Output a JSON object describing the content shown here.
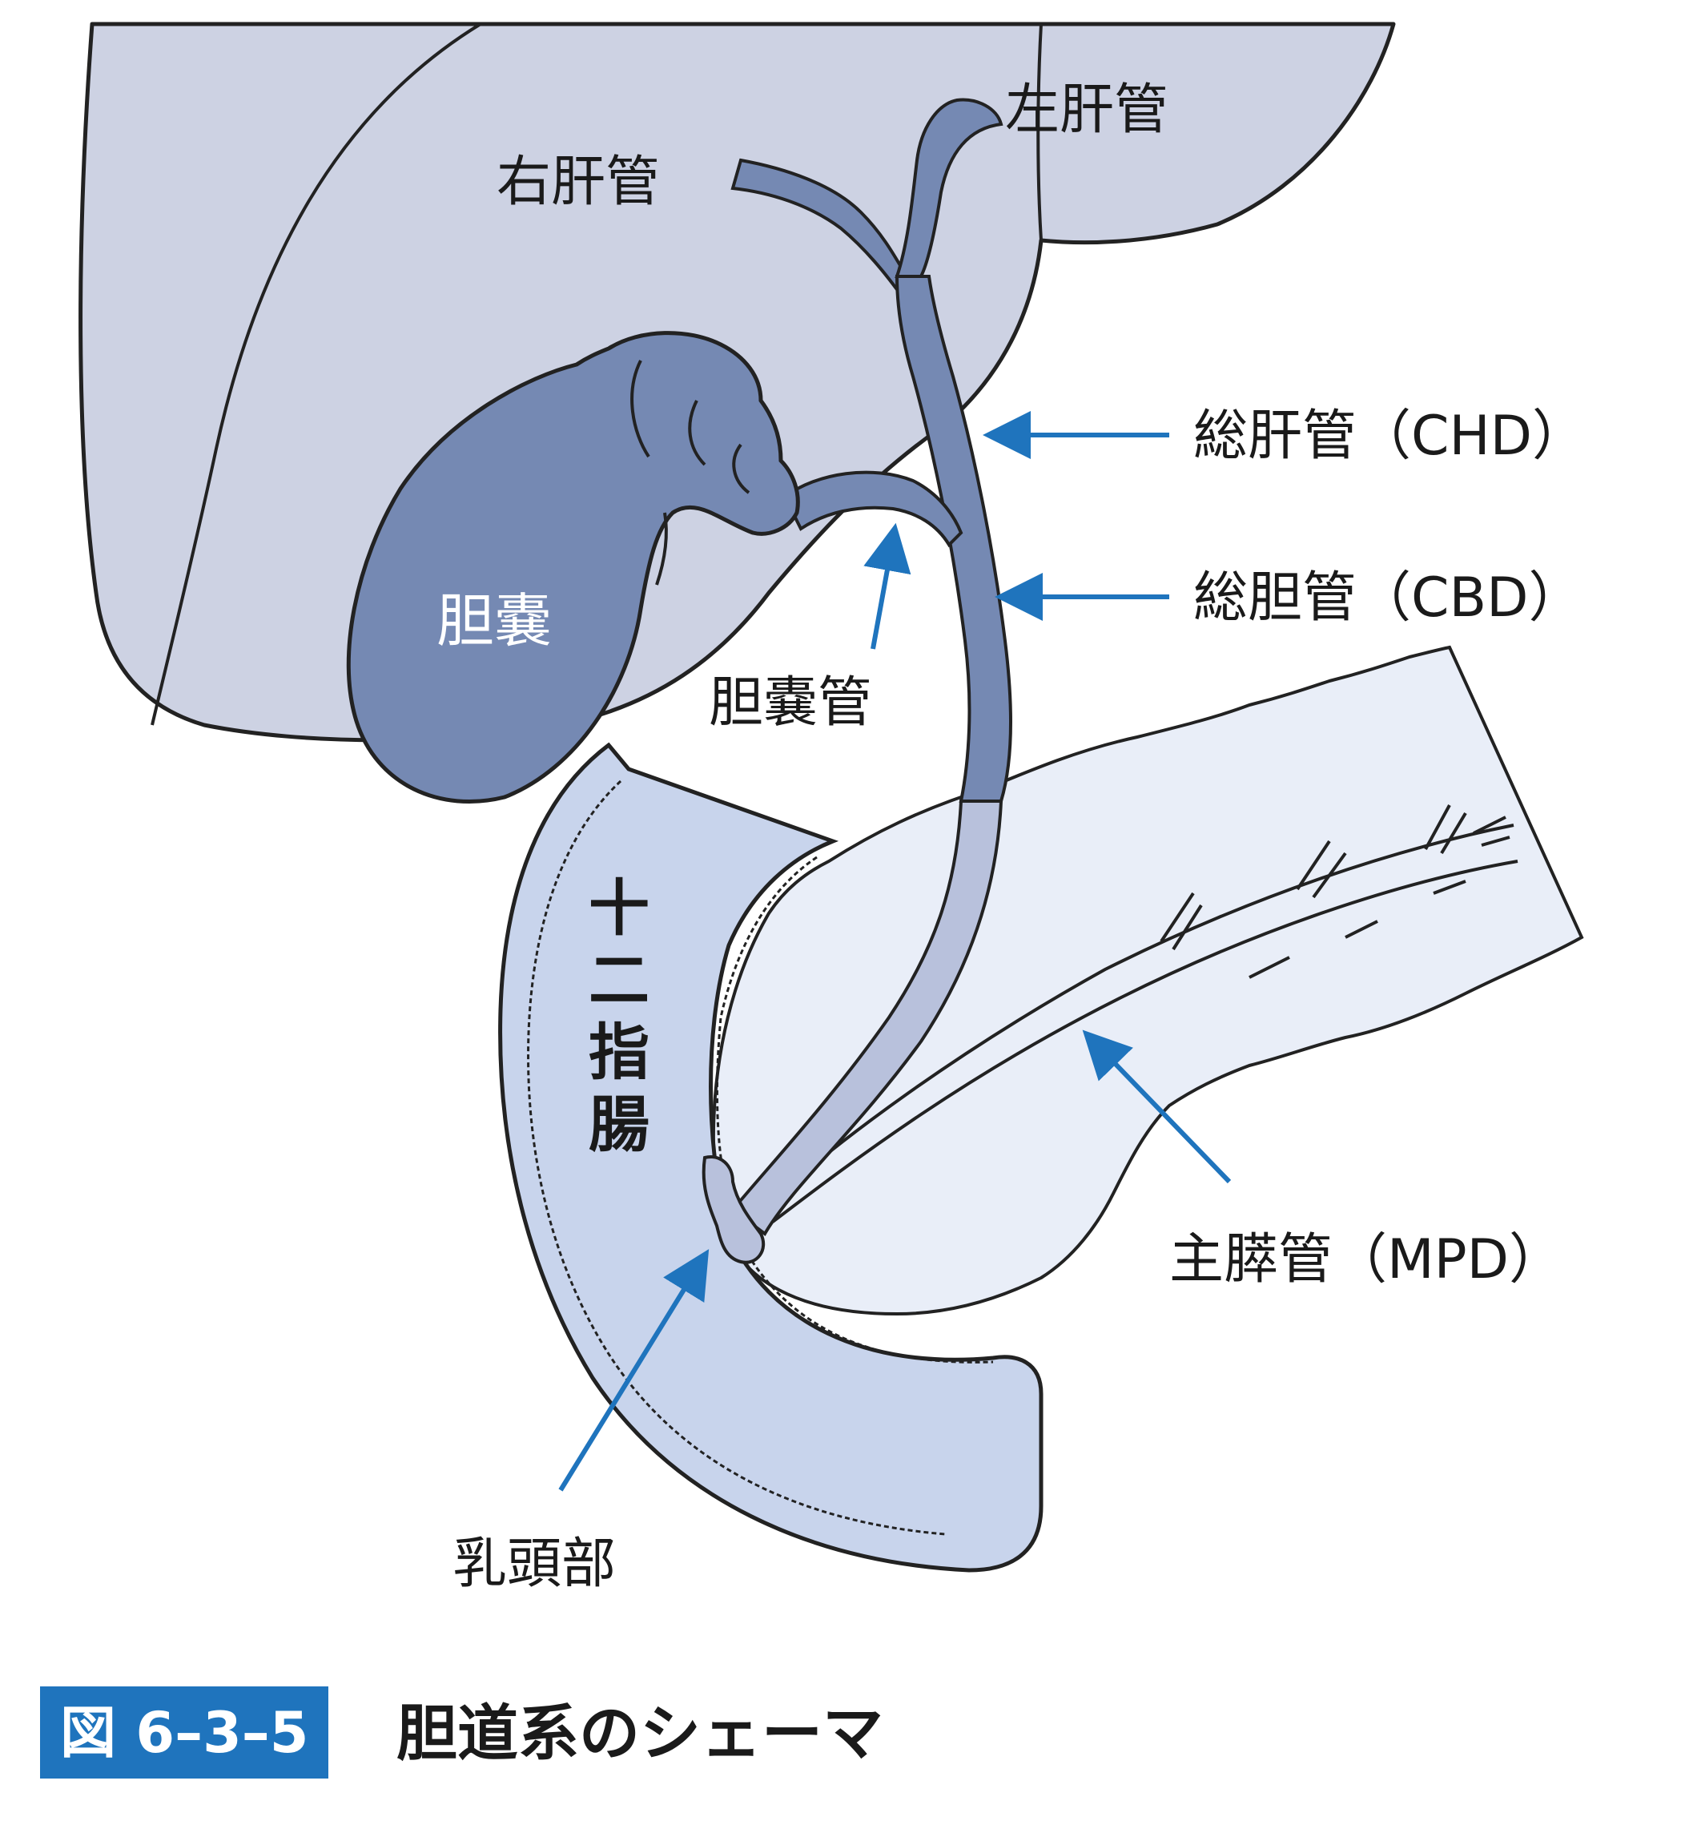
{
  "labels": {
    "right_hepatic_duct": "右肝管",
    "left_hepatic_duct": "左肝管",
    "chd": "総肝管（CHD）",
    "cbd": "総胆管（CBD）",
    "gallbladder": "胆嚢",
    "cystic_duct": "胆嚢管",
    "duodenum": [
      "十",
      "二",
      "指",
      "腸"
    ],
    "mpd": "主膵管（MPD）",
    "papilla": "乳頭部"
  },
  "caption": {
    "number": "図 6–3–5",
    "title": "胆道系のシェーマ"
  },
  "colors": {
    "liver": "#cdd2e3",
    "duct": "#7589b3",
    "duodenum": "#c8d4ec",
    "pancreas": "#e9eef8",
    "arrow": "#1f74bd",
    "caption_bg": "#1f74bd",
    "outline": "#222222"
  }
}
